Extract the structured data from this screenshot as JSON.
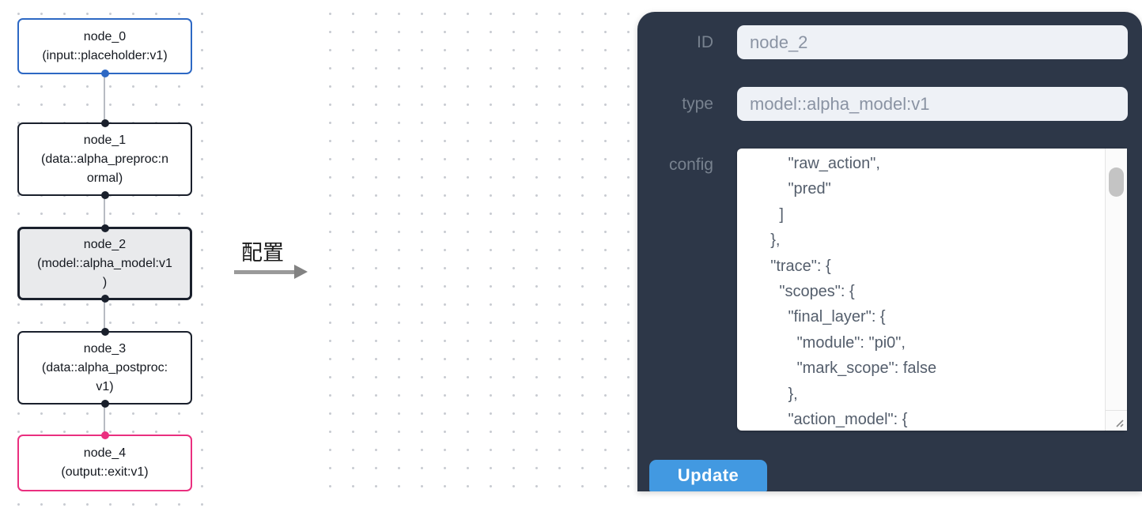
{
  "colors": {
    "panel_bg": "#2d3748",
    "node_border_default": "#1a202c",
    "node_border_input": "#2d68c4",
    "node_border_output": "#ea2f7f",
    "selected_node_bg": "#e9eaec",
    "button_blue": "#4299e1",
    "input_bg": "#eef1f6"
  },
  "diagram": {
    "nodes": [
      {
        "id": "node_0",
        "lines": [
          "node_0",
          "(input::placeholder:v1)"
        ]
      },
      {
        "id": "node_1",
        "lines": [
          "node_1",
          "(data::alpha_preproc:n",
          "ormal)"
        ]
      },
      {
        "id": "node_2",
        "lines": [
          "node_2",
          "(model::alpha_model:v1",
          ")"
        ]
      },
      {
        "id": "node_3",
        "lines": [
          "node_3",
          "(data::alpha_postproc:",
          "v1)"
        ]
      },
      {
        "id": "node_4",
        "lines": [
          "node_4",
          "(output::exit:v1)"
        ]
      }
    ]
  },
  "transition": {
    "label": "配置"
  },
  "panel": {
    "id_label": "ID",
    "id_value": "node_2",
    "type_label": "type",
    "type_value": "model::alpha_model:v1",
    "config_label": "config",
    "config_lines": [
      "        \"raw_action\",",
      "        \"pred\"",
      "      ]",
      "    },",
      "    \"trace\": {",
      "      \"scopes\": {",
      "        \"final_layer\": {",
      "          \"module\": \"pi0\",",
      "          \"mark_scope\": false",
      "        },",
      "        \"action_model\": {"
    ],
    "update_label": "Update"
  }
}
